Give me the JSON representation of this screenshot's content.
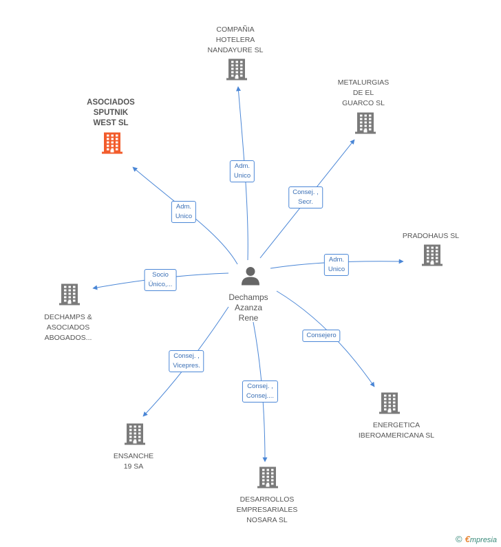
{
  "center": {
    "name": "Dechamps\nAzanza\nRene",
    "icon": "person-icon"
  },
  "colors": {
    "edge": "#4a86d6",
    "building": "#7a7a7a",
    "highlight": "#f25c2c"
  },
  "nodes": [
    {
      "id": "compania",
      "label": "COMPAÑIA\nHOTELERA\nNANDAYURE SL",
      "relation": "Adm.\nUnico",
      "highlight": false
    },
    {
      "id": "metalurgias",
      "label": "METALURGIAS\nDE EL\nGUARCO SL",
      "relation": "Consej. ,\nSecr.",
      "highlight": false
    },
    {
      "id": "asociados",
      "label": "ASOCIADOS\nSPUTNIK\nWEST SL",
      "relation": "Adm.\nUnico",
      "highlight": true
    },
    {
      "id": "pradohaus",
      "label": "PRADOHAUS  SL",
      "relation": "Adm.\nUnico",
      "highlight": false
    },
    {
      "id": "dechamps",
      "label": "DECHAMPS &\nASOCIADOS\nABOGADOS...",
      "relation": "Socio\nÚnico,...",
      "highlight": false
    },
    {
      "id": "energetica",
      "label": "ENERGETICA\nIBEROAMERICANA SL",
      "relation": "Consejero",
      "highlight": false
    },
    {
      "id": "ensanche",
      "label": "ENSANCHE\n19 SA",
      "relation": "Consej. ,\nVicepres.",
      "highlight": false
    },
    {
      "id": "desarrollos",
      "label": "DESARROLLOS\nEMPRESARIALES\nNOSARA SL",
      "relation": "Consej. ,\nConsej....",
      "highlight": false
    }
  ],
  "watermark": {
    "copyright": "©",
    "brand_first": "€",
    "brand_rest": "mpresia"
  }
}
